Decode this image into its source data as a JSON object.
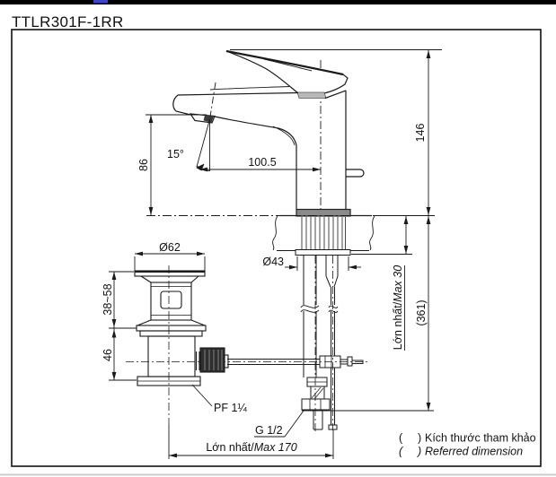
{
  "window": {
    "top_bar_color": "#000000",
    "accent_dash_color": "#3d45c6",
    "bottom_rule_color": "#c9c9c9"
  },
  "drawing": {
    "model": "TTLR301F-1RR",
    "dimensions": {
      "height_total": "146",
      "spout_height": "86",
      "spray_angle": "15°",
      "spout_reach": "100.5",
      "drain_flange_dia": "Ø62",
      "base_dia": "Ø43",
      "drain_upper_range": "38~58",
      "drain_lower_height": "46",
      "max_deck_thickness": {
        "viet": "Lớn nhất/",
        "eng": "Max 30"
      },
      "ref_total_height": "(361)",
      "drain_thread": "PF 1¼",
      "supply_thread": "G 1/2",
      "max_hose_reach": {
        "viet": "Lớn nhất/",
        "eng": "Max 170"
      }
    },
    "legend": [
      {
        "open": "(",
        "close": ")",
        "label": "Kích thước tham khảo"
      },
      {
        "open": "(",
        "close": ")",
        "label": "Referred dimension"
      }
    ]
  }
}
